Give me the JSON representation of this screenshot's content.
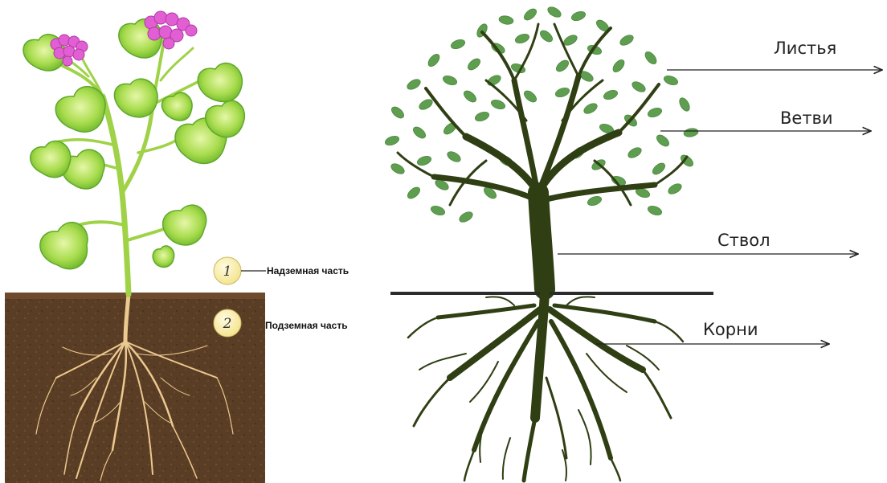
{
  "plant": {
    "badges": [
      {
        "number": "1",
        "label": "Надземная часть"
      },
      {
        "number": "2",
        "label": "Подземная часть"
      }
    ]
  },
  "tree": {
    "labels": [
      "Листья",
      "Ветви",
      "Ствол",
      "Корни"
    ]
  },
  "colors": {
    "soil": "#5b3d24",
    "stem": "#a6d64a",
    "leaf": "#8fd13c",
    "flower": "#e05fd0",
    "root": "#e8c48a",
    "badge": "#fbf2a8",
    "trunk": "#2e3d12",
    "tree_leaf": "#5a9a4c"
  }
}
